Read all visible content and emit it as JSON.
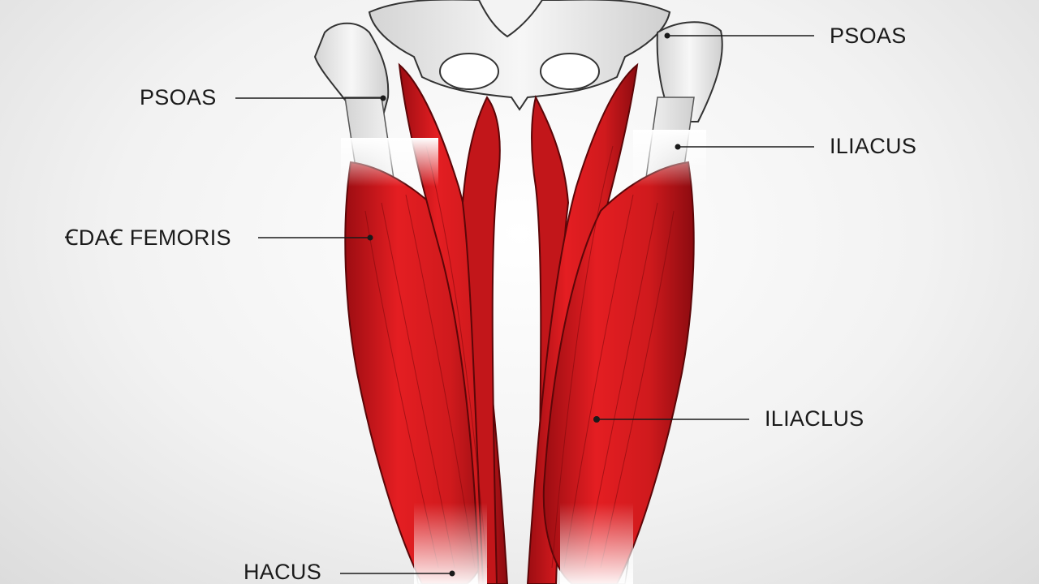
{
  "labels": {
    "psoas_left": "PSOAS",
    "psoas_right": "PSOAS",
    "iliacus_upper_right": "ILIACUS",
    "femoris_left": "ꞒDAꞒ FEMORIS",
    "iliaclus_right": "ILIACLUS",
    "hacus_bottom": "HACUS"
  },
  "colors": {
    "muscle_main": "#d8191c",
    "muscle_dark": "#8e0b0f",
    "bone": "#ececec",
    "bone_shadow": "#b9b9b9",
    "line": "#1a1a1a",
    "text": "#1a1a1a"
  }
}
